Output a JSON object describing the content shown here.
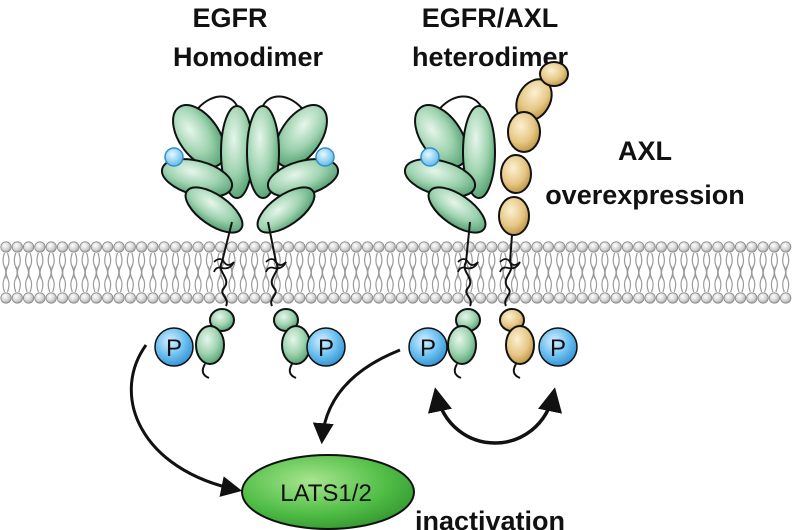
{
  "labels": {
    "egfr_line1": "EGFR",
    "egfr_line2": "Homodimer",
    "het_line1": "EGFR/AXL",
    "het_line2": "heterodimer",
    "axl_line1": "AXL",
    "axl_line2": "overexpression",
    "lats": "LATS1/2",
    "inactivation": "inactivation",
    "phospho": "P"
  },
  "colors": {
    "egfr_green": "#5fae7d",
    "egfr_green_light": "#cdebd6",
    "axl_tan": "#d9b466",
    "axl_tan_light": "#f6e6bf",
    "phospho_blue": "#45a9e6",
    "lats_green": "#3fb24a",
    "membrane_grey": "#bdbdbd"
  }
}
